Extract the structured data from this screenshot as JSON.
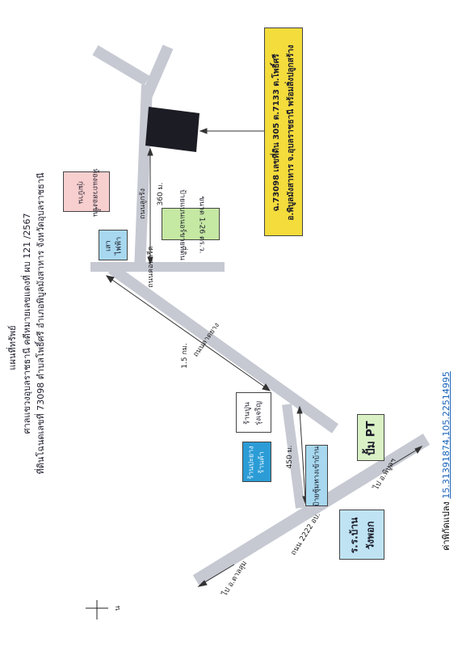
{
  "header": {
    "line1": "แผนที่ทรัพย์",
    "line2": "ศาลแขวงอุบลราชธานี คดีหมายเลขแดงที่ ผบ 121 /2567",
    "line3": "ที่ดินโฉนดเลขที่ 73098 ตำบลโพธิ์ศรี อำเภอพิบูลมังสาหาร จังหวัดอุบลราชธานี"
  },
  "property": {
    "line1": "ฉ.73098 เลขที่ดิน 305 ต.7133 ต.โพธิ์ศรี",
    "line2": "อ.พิบูลมังสาหาร จ.อุบลราชธานี พร้อมสิ่งปลูกสร้าง"
  },
  "labels": {
    "pink_box": [
      "กุ่มบ้าน",
      "ห้องแถวสองชั้น"
    ],
    "green_box": [
      "ป้ายแบนเนอร์ขายที่ดิน",
      "ขนาด 1-26 ตร.ว."
    ],
    "pole": [
      "เสา",
      "ไฟฟ้า"
    ],
    "road_top": "ถนนลูกรัง",
    "road_junction": "ถนนคอนกรีต",
    "dist_360": "360 ม.",
    "road_diag": "ถนนลาดยาง",
    "dist_15": "1.5 กม.",
    "tire_shop": [
      "ร้านปะยาง",
      "ร้านค้า"
    ],
    "cement_shop": [
      "ร้านปูน",
      "รุ่งเจริญ"
    ],
    "dist_450": "450 ม.",
    "sign": "ป้ายซุ้มทางเข้าบ้าน",
    "highway": "ถนน 2222 อบ.",
    "pump": "ปั้ม PT",
    "school": [
      "ร.ร.บ้าน",
      "วังพอก"
    ],
    "to_left": "ไป อ.ตาลสุม",
    "to_right": "ไป อ.พิบูลฯ",
    "north": "น",
    "coords_label": "ค่าพิกัดแปลง",
    "coords_value": "15.31391874,105.22514995"
  },
  "colors": {
    "road": "#c6c9d2",
    "property_box": "#f4dc3c",
    "property_land": "#1c1c24",
    "pink": "#f8cfcf",
    "green": "#c5e8a3",
    "blue": "#a7d8ef",
    "pump": "#d9f1c5",
    "school": "#bfe3f3"
  }
}
